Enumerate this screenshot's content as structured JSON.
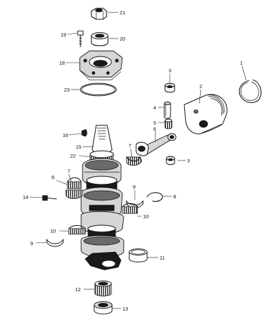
{
  "diagram": {
    "callouts": [
      {
        "id": "c1",
        "number": "1"
      },
      {
        "id": "c2",
        "number": "2"
      },
      {
        "id": "c3a",
        "number": "3"
      },
      {
        "id": "c3b",
        "number": "3"
      },
      {
        "id": "c4",
        "number": "4"
      },
      {
        "id": "c5",
        "number": "5"
      },
      {
        "id": "c6a",
        "number": "6"
      },
      {
        "id": "c6b",
        "number": "6"
      },
      {
        "id": "c7a",
        "number": "7"
      },
      {
        "id": "c7b",
        "number": "7"
      },
      {
        "id": "c8",
        "number": "8"
      },
      {
        "id": "c9a",
        "number": "9"
      },
      {
        "id": "c9b",
        "number": "9"
      },
      {
        "id": "c10a",
        "number": "10"
      },
      {
        "id": "c10b",
        "number": "10"
      },
      {
        "id": "c11",
        "number": "11"
      },
      {
        "id": "c12",
        "number": "12"
      },
      {
        "id": "c13",
        "number": "13"
      },
      {
        "id": "c14",
        "number": "14"
      },
      {
        "id": "c15",
        "number": "15"
      },
      {
        "id": "c16",
        "number": "16"
      },
      {
        "id": "c18",
        "number": "18"
      },
      {
        "id": "c19",
        "number": "19"
      },
      {
        "id": "c20",
        "number": "20"
      },
      {
        "id": "c21",
        "number": "21"
      },
      {
        "id": "c22",
        "number": "22"
      },
      {
        "id": "c23",
        "number": "23"
      }
    ]
  }
}
